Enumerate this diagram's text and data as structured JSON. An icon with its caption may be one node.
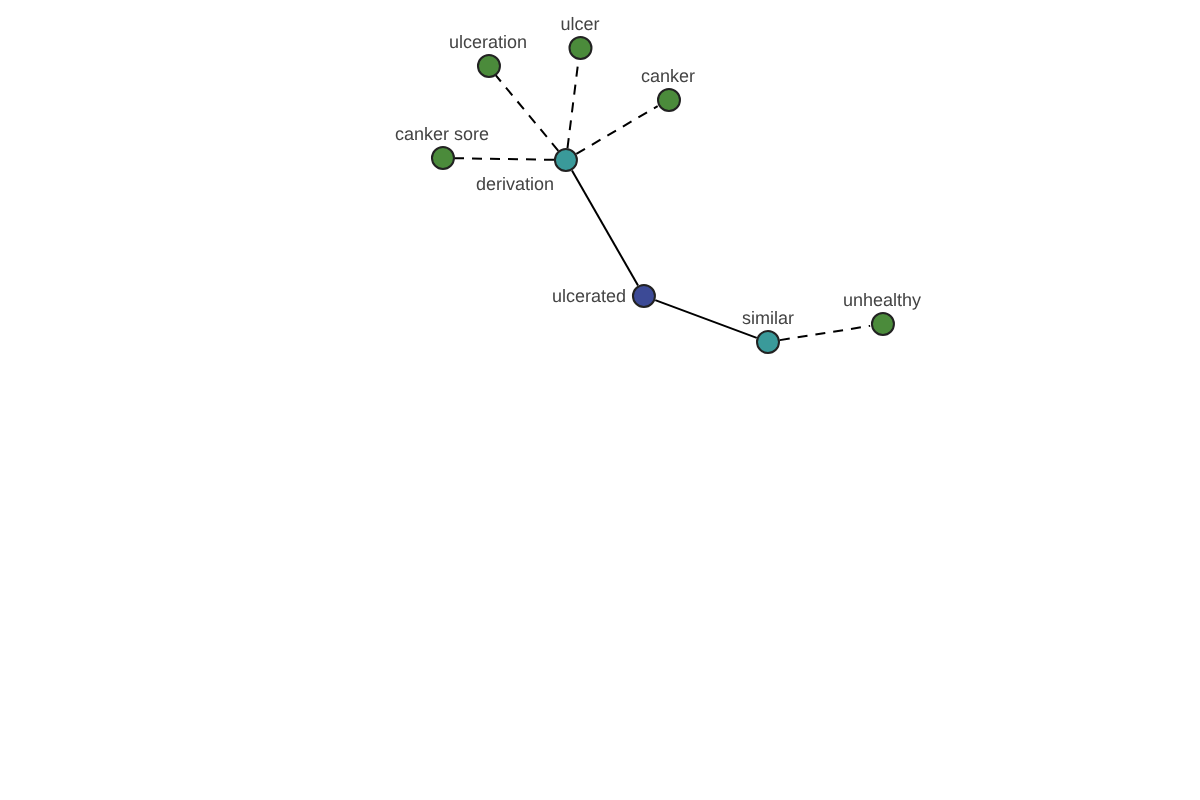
{
  "diagram": {
    "nodes": [
      {
        "text": [
          "ulceration"
        ]
      },
      {
        "text": [
          "ulcer"
        ]
      },
      {
        "text": [
          "canker"
        ]
      },
      {
        "text": [
          "canker sore"
        ]
      },
      {
        "text": [
          "derivation"
        ]
      },
      {
        "text": [
          "ulcerated"
        ]
      },
      {
        "text": [
          "similar"
        ]
      },
      {
        "text": [
          "unhealthy"
        ]
      }
    ],
    "edges": [
      {
        "from": 4,
        "to": 0,
        "arrow": "none",
        "style": "dashed"
      },
      {
        "from": 4,
        "to": 1,
        "arrow": "none",
        "style": "dashed"
      },
      {
        "from": 4,
        "to": 2,
        "arrow": "none",
        "style": "dashed"
      },
      {
        "from": 4,
        "to": 3,
        "arrow": "none",
        "style": "dashed"
      },
      {
        "from": 4,
        "to": 5,
        "arrow": "none"
      },
      {
        "from": 5,
        "to": 6,
        "arrow": "none"
      },
      {
        "from": 6,
        "to": 7,
        "arrow": "none",
        "style": "dashed"
      }
    ]
  }
}
